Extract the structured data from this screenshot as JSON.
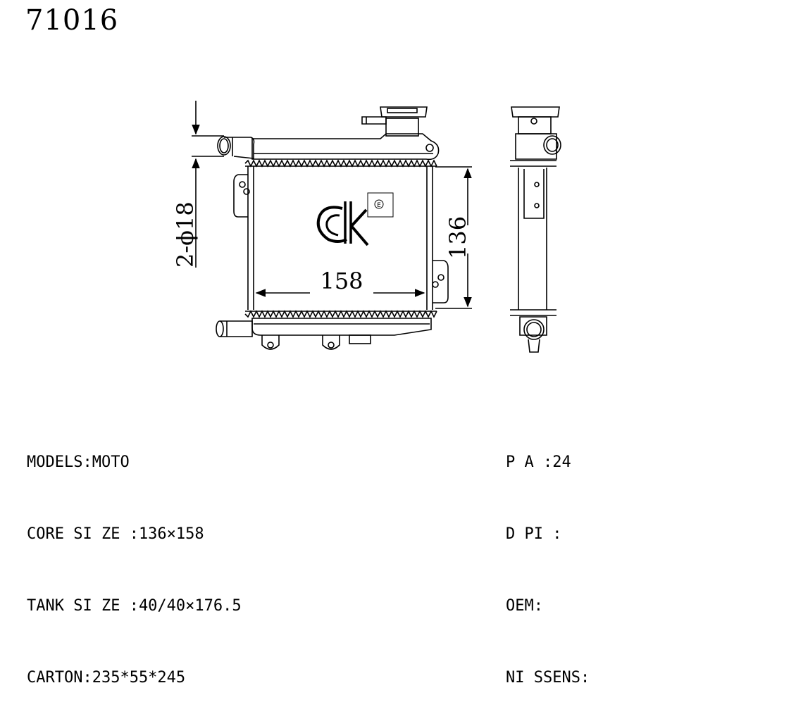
{
  "part_number": "71016",
  "dimensions": {
    "pipe": "2-ϕ18",
    "height": "136",
    "width": "158"
  },
  "logo_text": "ck",
  "logo_badge": "E",
  "specs_left": [
    "MODELS:MOTO",
    "CORE SI ZE :136×158",
    "TANK SI ZE :40/40×176.5",
    "CARTON:235*55*245"
  ],
  "specs_right": [
    "P A :24",
    "D PI :",
    "OEM:",
    "NI SSENS:"
  ]
}
